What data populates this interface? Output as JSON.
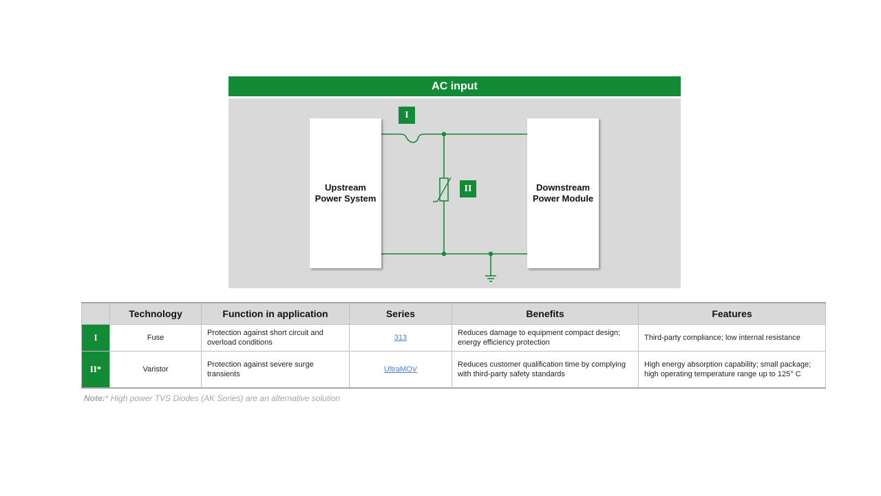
{
  "diagram": {
    "title": "AC input",
    "upstream_label": "Upstream\nPower System",
    "downstream_label": "Downstream\nPower Module",
    "tag_fuse": "I",
    "tag_varistor": "II",
    "colors": {
      "accent": "#138a36",
      "panel": "#d9d9d9"
    }
  },
  "table": {
    "headers": [
      "",
      "Technology",
      "Function in application",
      "Series",
      "Benefits",
      "Features"
    ],
    "rows": [
      {
        "num": "I",
        "technology": "Fuse",
        "function": "Protection against short circuit and overload conditions",
        "series": "313",
        "benefits": "Reduces damage to equipment compact design; energy efficiency protection",
        "features": "Third-party compliance; low internal resistance"
      },
      {
        "num": "II*",
        "technology": "Varistor",
        "function": "Protection against severe surge transients",
        "series": "UltraMOV",
        "benefits": "Reduces customer qualification time by complying with third-party safety standards",
        "features": "High energy absorption capability; small package; high operating temperature range up to 125° C"
      }
    ]
  },
  "note": {
    "label": "Note:",
    "text": "* High power TVS Diodes (AK Series) are an alternative solution"
  }
}
